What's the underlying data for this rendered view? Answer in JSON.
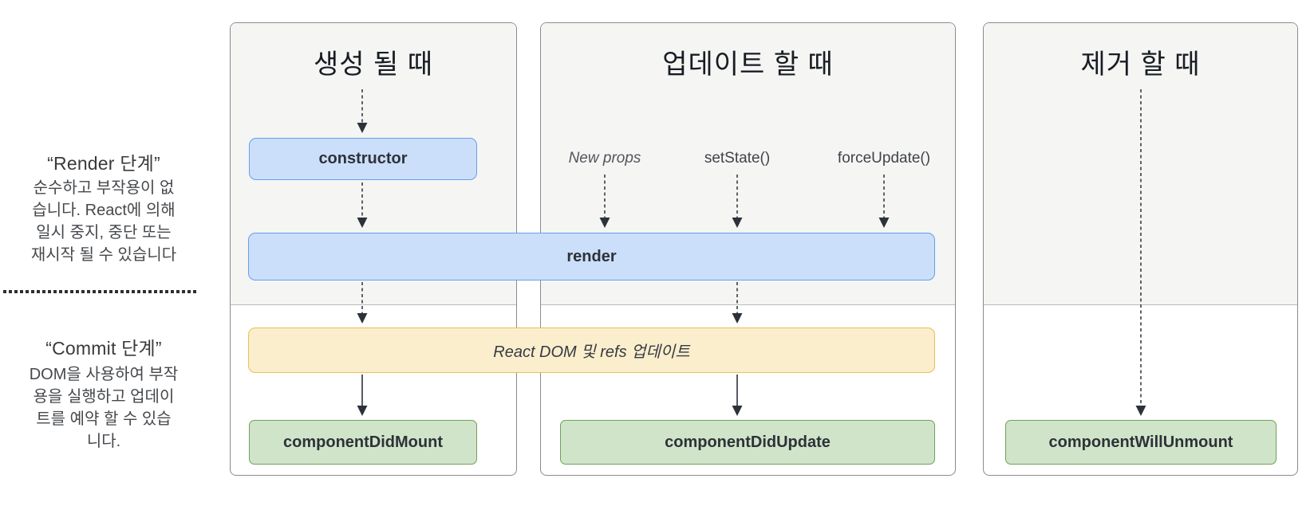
{
  "sidebar": {
    "render_phase": {
      "title": "“Render 단계”",
      "description": [
        "순수하고 부작용이 없",
        "습니다. React에 의해",
        "일시 중지, 중단 또는",
        "재시작 될 수 있습니다"
      ]
    },
    "commit_phase": {
      "title": "“Commit 단계”",
      "description": [
        "DOM을 사용하여 부작",
        "용을 실행하고 업데이",
        "트를 예약 할 수 있습",
        "니다."
      ]
    }
  },
  "columns": {
    "mount": {
      "title": "생성 될 때"
    },
    "update": {
      "title": "업데이트 할 때",
      "triggers": [
        "New props",
        "setState()",
        "forceUpdate()"
      ]
    },
    "unmount": {
      "title": "제거 할 때"
    }
  },
  "nodes": {
    "constructor": "constructor",
    "render": "render",
    "react_dom_update": "React DOM 및 refs 업데이트",
    "component_did_mount": "componentDidMount",
    "component_did_update": "componentDidUpdate",
    "component_will_unmount": "componentWillUnmount"
  },
  "colors": {
    "blue-fill": "#cbdffb",
    "blue-border": "#64a1e8",
    "yellow-fill": "#fbeecd",
    "yellow-border": "#e9bf58",
    "green-fill": "#d0e4ca",
    "green-border": "#6fa257",
    "shade": "#f5f5f4",
    "col-border": "#8b8b8b",
    "phase-line": "#bbbbbb"
  }
}
